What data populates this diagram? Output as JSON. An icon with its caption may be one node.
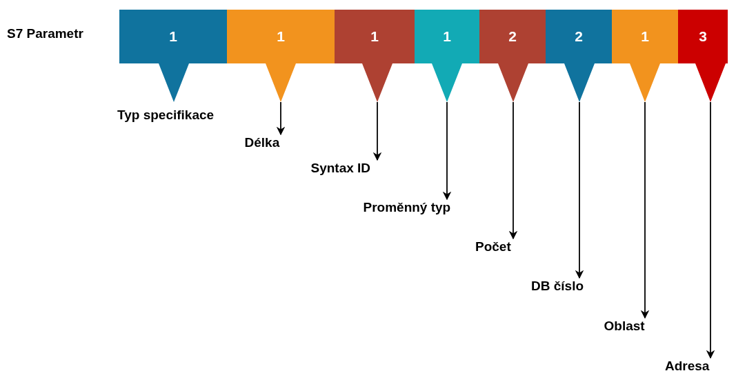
{
  "diagram": {
    "nodes": [
      {
        "text": [
          "1"
        ]
      },
      {
        "text": [
          "1"
        ]
      },
      {
        "text": [
          "1"
        ]
      },
      {
        "text": [
          "1"
        ]
      },
      {
        "text": [
          "2"
        ]
      },
      {
        "text": [
          "2"
        ]
      },
      {
        "text": [
          "1"
        ]
      },
      {
        "text": [
          "3"
        ]
      },
      {
        "text": [
          "Typ specifikace"
        ]
      },
      {
        "text": [
          "Délka"
        ]
      },
      {
        "text": [
          "Syntax ID"
        ]
      },
      {
        "text": [
          "Proměnný typ"
        ]
      },
      {
        "text": [
          "Počet"
        ]
      },
      {
        "text": [
          "DB číslo"
        ]
      },
      {
        "text": [
          "Oblast"
        ]
      },
      {
        "text": [
          "Adresa"
        ]
      }
    ],
    "edges": [
      {
        "from": 1,
        "to": 9,
        "arrow": "to"
      },
      {
        "from": 2,
        "to": 10,
        "arrow": "to"
      },
      {
        "from": 3,
        "to": 11,
        "arrow": "to"
      },
      {
        "from": 4,
        "to": 12,
        "arrow": "to"
      },
      {
        "from": 5,
        "to": 13,
        "arrow": "to"
      },
      {
        "from": 6,
        "to": 14,
        "arrow": "to"
      },
      {
        "from": 7,
        "to": 15,
        "arrow": "to"
      }
    ],
    "labels": [
      "S7 Parametr"
    ]
  }
}
